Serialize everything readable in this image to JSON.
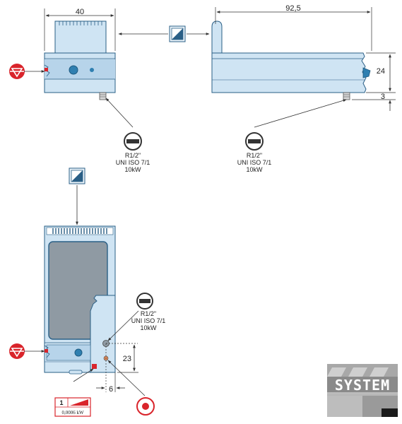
{
  "dimensions": {
    "front_width": "40",
    "side_length": "92,5",
    "side_height": "24",
    "foot_height": "3",
    "plan_offset_y": "23",
    "plan_offset_x": "6"
  },
  "gas_connection_side": {
    "thread": "R1/2\"",
    "standard": "UNI ISO 7/1",
    "power": "10kW"
  },
  "gas_connection_front": {
    "thread": "R1/2\"",
    "standard": "UNI ISO 7/1",
    "power": "10kW"
  },
  "gas_connection_plan": {
    "thread": "R1/2\"",
    "standard": "UNI ISO 7/1",
    "power": "10kW"
  },
  "electrical": {
    "phase_count": "1",
    "power": "0,0006 kW"
  },
  "logo": {
    "text": "SYSTEM"
  },
  "colors": {
    "body_fill": "#cfe4f3",
    "body_stroke": "#2a5f86",
    "plate_fill": "#8f9aa3",
    "accent_red": "#d9242b",
    "knob_blue": "#2f7fb0",
    "dim_line": "#333333"
  },
  "icons": [
    "gas-inlet-icon",
    "exhaust-icon",
    "gas-connection-icon",
    "equipotential-icon",
    "drain-icon",
    "electrical-icon"
  ]
}
